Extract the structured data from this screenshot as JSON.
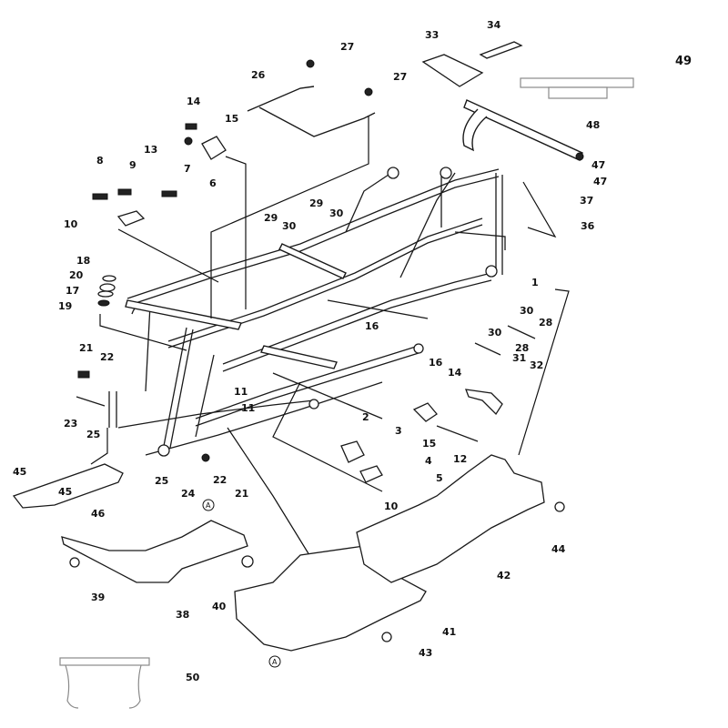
{
  "diagram": {
    "title": "ATV Frame Exploded Parts Diagram",
    "callouts": [
      {
        "id": "c1",
        "label": "1"
      },
      {
        "id": "c2",
        "label": "2"
      },
      {
        "id": "c3",
        "label": "3"
      },
      {
        "id": "c4",
        "label": "4"
      },
      {
        "id": "c5",
        "label": "5"
      },
      {
        "id": "c6",
        "label": "6"
      },
      {
        "id": "c7",
        "label": "7"
      },
      {
        "id": "c8",
        "label": "8"
      },
      {
        "id": "c9",
        "label": "9"
      },
      {
        "id": "c10a",
        "label": "10"
      },
      {
        "id": "c10b",
        "label": "10"
      },
      {
        "id": "c11a",
        "label": "11"
      },
      {
        "id": "c11b",
        "label": "11"
      },
      {
        "id": "c12",
        "label": "12"
      },
      {
        "id": "c13",
        "label": "13"
      },
      {
        "id": "c14a",
        "label": "14"
      },
      {
        "id": "c14b",
        "label": "14"
      },
      {
        "id": "c15a",
        "label": "15"
      },
      {
        "id": "c15b",
        "label": "15"
      },
      {
        "id": "c16a",
        "label": "16"
      },
      {
        "id": "c16b",
        "label": "16"
      },
      {
        "id": "c17",
        "label": "17"
      },
      {
        "id": "c18",
        "label": "18"
      },
      {
        "id": "c19",
        "label": "19"
      },
      {
        "id": "c20",
        "label": "20"
      },
      {
        "id": "c21a",
        "label": "21"
      },
      {
        "id": "c21b",
        "label": "21"
      },
      {
        "id": "c22a",
        "label": "22"
      },
      {
        "id": "c22b",
        "label": "22"
      },
      {
        "id": "c23",
        "label": "23"
      },
      {
        "id": "c24",
        "label": "24"
      },
      {
        "id": "c25a",
        "label": "25"
      },
      {
        "id": "c25b",
        "label": "25"
      },
      {
        "id": "c26",
        "label": "26"
      },
      {
        "id": "c27a",
        "label": "27"
      },
      {
        "id": "c27b",
        "label": "27"
      },
      {
        "id": "c28a",
        "label": "28"
      },
      {
        "id": "c28b",
        "label": "28"
      },
      {
        "id": "c29a",
        "label": "29"
      },
      {
        "id": "c29b",
        "label": "29"
      },
      {
        "id": "c30a",
        "label": "30"
      },
      {
        "id": "c30b",
        "label": "30"
      },
      {
        "id": "c30c",
        "label": "30"
      },
      {
        "id": "c30d",
        "label": "30"
      },
      {
        "id": "c31",
        "label": "31"
      },
      {
        "id": "c32",
        "label": "32"
      },
      {
        "id": "c33",
        "label": "33"
      },
      {
        "id": "c34",
        "label": "34"
      },
      {
        "id": "c36",
        "label": "36"
      },
      {
        "id": "c37",
        "label": "37"
      },
      {
        "id": "c38",
        "label": "38"
      },
      {
        "id": "c39",
        "label": "39"
      },
      {
        "id": "c40",
        "label": "40"
      },
      {
        "id": "c41",
        "label": "41"
      },
      {
        "id": "c42",
        "label": "42"
      },
      {
        "id": "c43",
        "label": "43"
      },
      {
        "id": "c44",
        "label": "44"
      },
      {
        "id": "c45a",
        "label": "45"
      },
      {
        "id": "c45b",
        "label": "45"
      },
      {
        "id": "c46",
        "label": "46"
      },
      {
        "id": "c47a",
        "label": "47"
      },
      {
        "id": "c47b",
        "label": "47"
      },
      {
        "id": "c48",
        "label": "48"
      },
      {
        "id": "c49",
        "label": "49"
      },
      {
        "id": "c50",
        "label": "50"
      }
    ],
    "reference_marks": [
      {
        "id": "refA1",
        "label": "A"
      },
      {
        "id": "refA2",
        "label": "A"
      }
    ]
  }
}
